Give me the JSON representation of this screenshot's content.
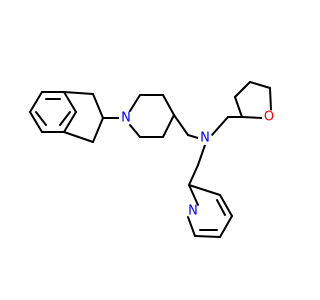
{
  "structure": {
    "atom_labels": [
      {
        "id": "N1",
        "text": "N",
        "color": "#0000ff",
        "element": "nitrogen"
      },
      {
        "id": "N2",
        "text": "N",
        "color": "#0000ff",
        "element": "nitrogen"
      },
      {
        "id": "O1",
        "text": "O",
        "color": "#ff0000",
        "element": "oxygen"
      },
      {
        "id": "N3",
        "text": "N",
        "color": "#0000ff",
        "element": "nitrogen"
      }
    ],
    "bond_color": "#000000",
    "background": "#ffffff",
    "rings": [
      "indane-benzene",
      "indane-cyclopentane",
      "piperidine",
      "tetrahydrofuran",
      "pyridine"
    ]
  }
}
